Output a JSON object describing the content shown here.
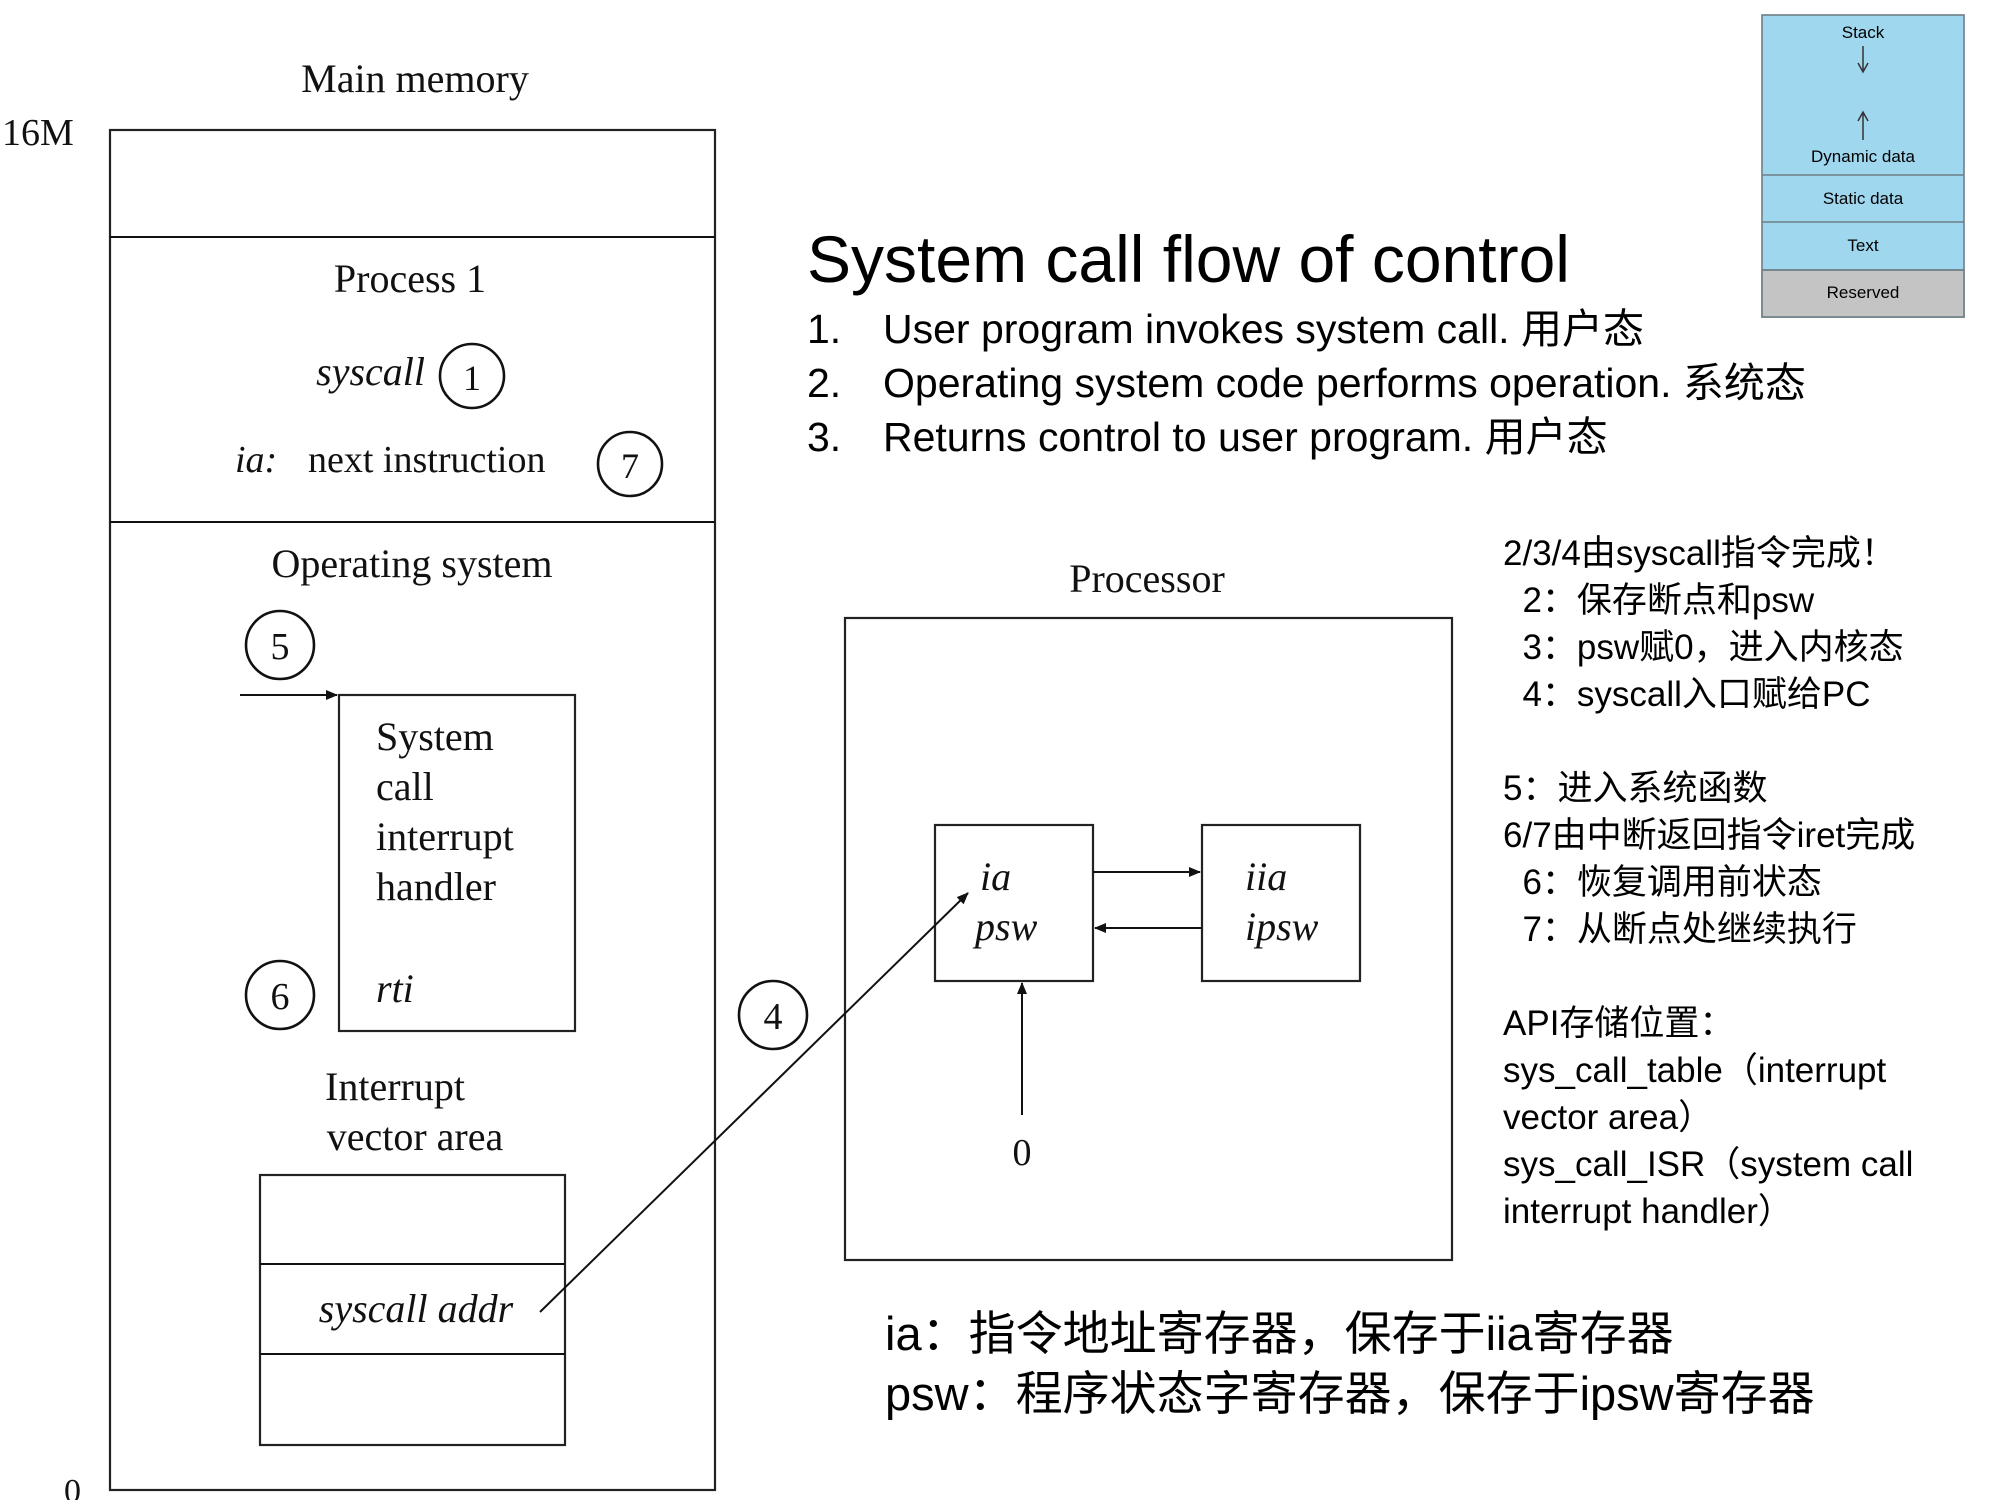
{
  "memory": {
    "title": "Main memory",
    "top_label": "16M",
    "bottom_label": "0",
    "process_title": "Process 1",
    "syscall_label": "syscall",
    "ia_label": "ia:",
    "next_instruction_label": "next instruction",
    "os_title": "Operating system",
    "handler_lines": [
      "System",
      "call",
      "interrupt",
      "handler"
    ],
    "rti_label": "rti",
    "ivt_title_lines": [
      "Interrupt",
      "vector area"
    ],
    "syscall_addr_label": "syscall addr"
  },
  "steps": [
    "1",
    "2",
    "3",
    "4",
    "5",
    "6",
    "7"
  ],
  "processor": {
    "title": "Processor",
    "left_registers": [
      "ia",
      "psw"
    ],
    "right_registers": [
      "iia",
      "ipsw"
    ],
    "zero_label": "0"
  },
  "heading": {
    "title": "System call flow of control",
    "items": [
      {
        "num": "1.",
        "text": "User program invokes system call. 用户态"
      },
      {
        "num": "2.",
        "text": "Operating system code performs operation. 系统态"
      },
      {
        "num": "3.",
        "text": "Returns control to user program. 用户态"
      }
    ]
  },
  "notes": {
    "lines": [
      "2/3/4由syscall指令完成！",
      "  2：保存断点和psw",
      "  3：psw赋0，进入内核态",
      "  4：syscall入口赋给PC",
      "",
      "5：进入系统函数",
      "6/7由中断返回指令iret完成",
      "  6：恢复调用前状态",
      "  7：从断点处继续执行",
      "",
      "API存储位置：",
      "sys_call_table（interrupt",
      "vector area）",
      "sys_call_ISR（system call",
      "interrupt handler）"
    ]
  },
  "bottom_notes": [
    "ia：指令地址寄存器，保存于iia寄存器",
    "psw：程序状态字寄存器，保存于ipsw寄存器"
  ],
  "layout_inset": {
    "segments": [
      "Stack",
      "Dynamic data",
      "Static data",
      "Text",
      "Reserved"
    ],
    "colors": {
      "segment": "#9fd7ef",
      "reserved": "#c4c4c4"
    }
  }
}
